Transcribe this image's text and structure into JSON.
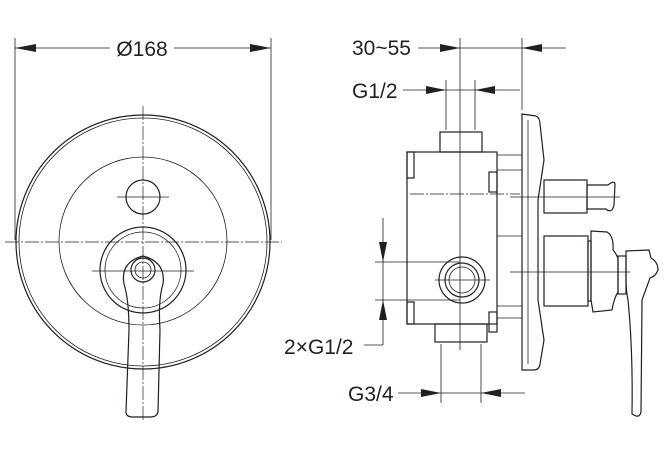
{
  "front_view": {
    "diameter_label": "Ø168"
  },
  "side_view": {
    "depth_label": "30~55",
    "inlet_top_label": "G1/2",
    "side_inlets_label": "2×G1/2",
    "outlet_label": "G3/4"
  },
  "colors": {
    "line": "#231f20",
    "background": "#ffffff"
  }
}
